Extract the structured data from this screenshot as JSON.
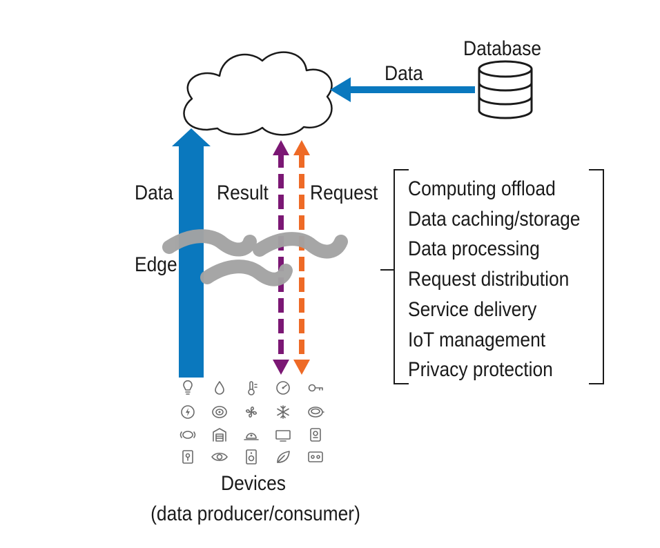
{
  "database_label": "Database",
  "cloud_data_label": "Data",
  "edge_label": "Edge",
  "upstream": {
    "data_label": "Data",
    "result_label": "Result",
    "request_label": "Request"
  },
  "functions": [
    "Computing offload",
    "Data caching/storage",
    "Data processing",
    "Request distribution",
    "Service delivery",
    "IoT management",
    "Privacy protection"
  ],
  "devices": {
    "title": "Devices",
    "subtitle": "(data producer/consumer)",
    "icons": [
      "bulb-icon",
      "water-drop-icon",
      "thermometer-icon",
      "gauge-icon",
      "key-icon",
      "power-icon",
      "smoke-detector-icon",
      "fan-icon",
      "snowflake-icon",
      "robot-vacuum-icon",
      "motion-sensor-icon",
      "garage-icon",
      "alarm-icon",
      "tv-icon",
      "smart-plug-icon",
      "door-lock-icon",
      "eye-icon",
      "speaker-icon",
      "leaf-icon",
      "switch-icon"
    ]
  },
  "colors": {
    "data_arrow": "#0a78be",
    "result_arrow": "#7b1774",
    "request_arrow": "#ee6a26",
    "edge_wave": "#a3a3a3",
    "stroke": "#1a1a1a",
    "icon": "#6a6a6a"
  }
}
